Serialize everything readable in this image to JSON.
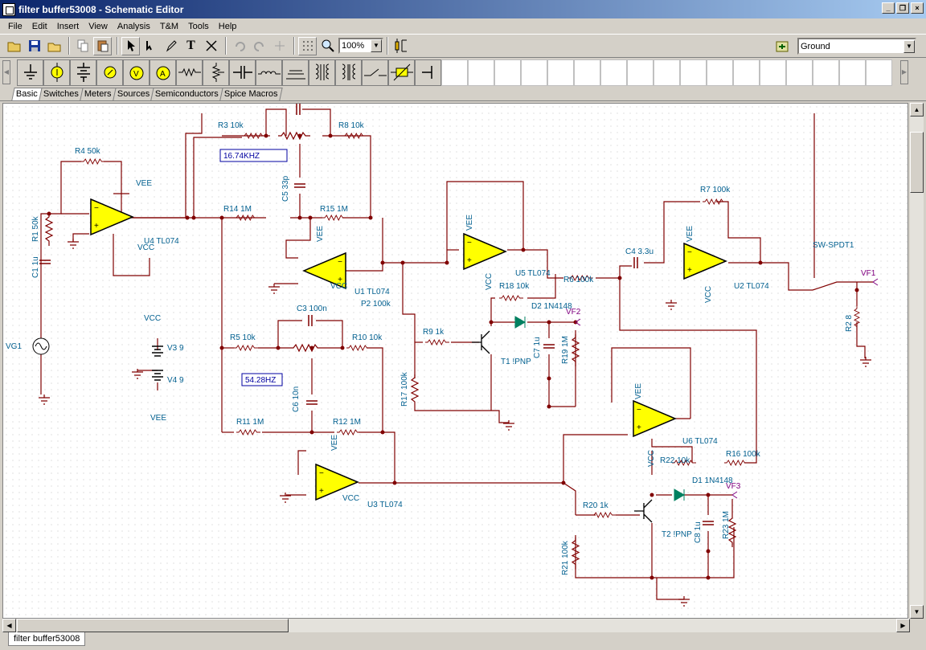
{
  "window": {
    "title": "filter buffer53008 - Schematic Editor",
    "min": "_",
    "restore": "❐",
    "close": "×"
  },
  "menu": [
    "File",
    "Edit",
    "Insert",
    "View",
    "Analysis",
    "T&M",
    "Tools",
    "Help"
  ],
  "toolbar": {
    "zoom": "100%",
    "component_select": "Ground"
  },
  "tabs": [
    "Basic",
    "Switches",
    "Meters",
    "Sources",
    "Semiconductors",
    "Spice Macros"
  ],
  "active_tab": "Basic",
  "document_tab": "filter buffer53008",
  "colors": {
    "wire": "#800000",
    "label": "#005f8f",
    "opamp": "#ffff00",
    "diode": "#008060",
    "probe": "#800080",
    "freqbox": "#0000a0"
  },
  "schematic": {
    "labels": {
      "r3": "R3 10k",
      "r8": "R8 10k",
      "r4": "R4 50k",
      "freq1": "16.74KHZ",
      "c5": "C5 33p",
      "r14": "R14 1M",
      "r15": "R15 1M",
      "r1": "R1 50k",
      "c1": "C1 1u",
      "vee1": "VEE",
      "vcc1": "VCC",
      "u4": "U4 TL074",
      "vee2": "VEE",
      "vcc2": "VCC",
      "u1": "U1 TL074",
      "p2": "P2 100k",
      "c3": "C3 100n",
      "r5": "R5 10k",
      "r10": "R10 10k",
      "freq2": "54.28HZ",
      "c6": "C6 10n",
      "r11": "R11 1M",
      "r12": "R12 1M",
      "vee3": "VEE",
      "vcc3": "VCC",
      "u3": "U3 TL074",
      "vcc_src": "VCC",
      "v3": "V3 9",
      "v4": "V4 9",
      "vee_src": "VEE",
      "vg1": "VG1",
      "vee5": "VEE",
      "vcc5": "VCC",
      "u5": "U5 TL074",
      "r18": "R18 10k",
      "d2": "D2 1N4148",
      "vf2": "VF2",
      "r9": "R9 1k",
      "t1": "T1 !PNP",
      "c7": "C7 1u",
      "r19": "R19 1M",
      "r17": "R17 100k",
      "r6": "R6 100k",
      "c4": "C4 3.3u",
      "r7": "R7 100k",
      "vee2b": "VEE",
      "vcc2b": "VCC",
      "u2": "U2 TL074",
      "sw": "SW-SPDT1",
      "vf1": "VF1",
      "r2": "R2 8",
      "vee6": "VEE",
      "vcc6": "VCC",
      "u6": "U6 TL074",
      "r22": "R22 10k",
      "r16": "R16 100k",
      "d1": "D1 1N4148",
      "vf3": "VF3",
      "r20": "R20 1k",
      "t2": "T2 !PNP",
      "c8": "C8 1u",
      "r23": "R23 1M",
      "r21": "R21 100k"
    }
  }
}
